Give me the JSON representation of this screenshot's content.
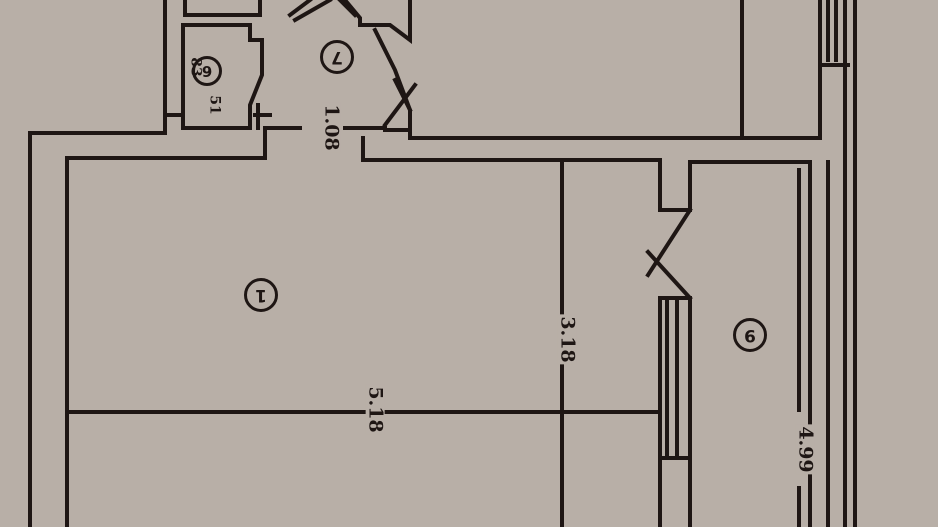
{
  "document": {
    "type": "apartment floor plan (photographed, rotated 180°)",
    "colors": {
      "paper": "#b8afa7",
      "ink": "#1e1614"
    }
  },
  "rooms": [
    {
      "id": "room-1",
      "number": "1"
    },
    {
      "id": "room-6",
      "number": "6"
    },
    {
      "id": "room-7",
      "number": "7"
    },
    {
      "id": "room-9",
      "number": "9"
    }
  ],
  "dimensions": {
    "corridor_width": "1.08",
    "room1_depth": "3.18",
    "room1_length": "5.18",
    "room9_length": "4.99",
    "room6_a": "83",
    "room6_b": "51"
  }
}
